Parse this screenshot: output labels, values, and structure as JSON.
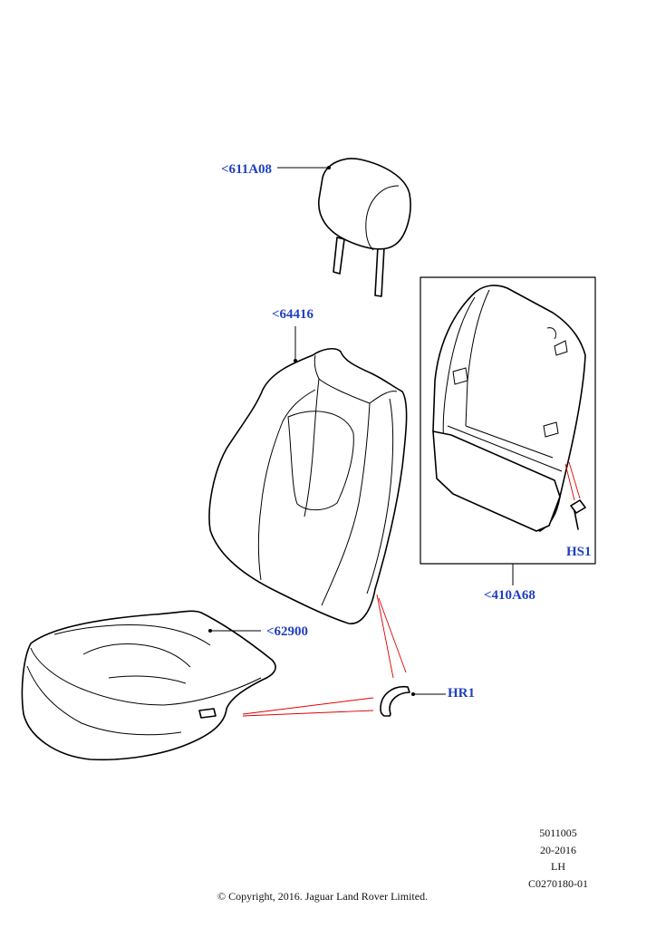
{
  "callouts": {
    "headrest": "<611A08",
    "backrest_trim": "<64416",
    "backrest_frame": "<410A68",
    "cushion_trim": "<62900",
    "retainer_ring": "HR1",
    "screw": "HS1"
  },
  "footer": {
    "lines": [
      "5011005",
      "20-2016",
      "LH",
      "C0270180-01"
    ],
    "copyright": "© Copyright, 2016. Jaguar Land Rover Limited."
  },
  "colors": {
    "callout_text": "#1f3fbf",
    "leader_line": "#000000",
    "assembly_line": "#e00000"
  }
}
